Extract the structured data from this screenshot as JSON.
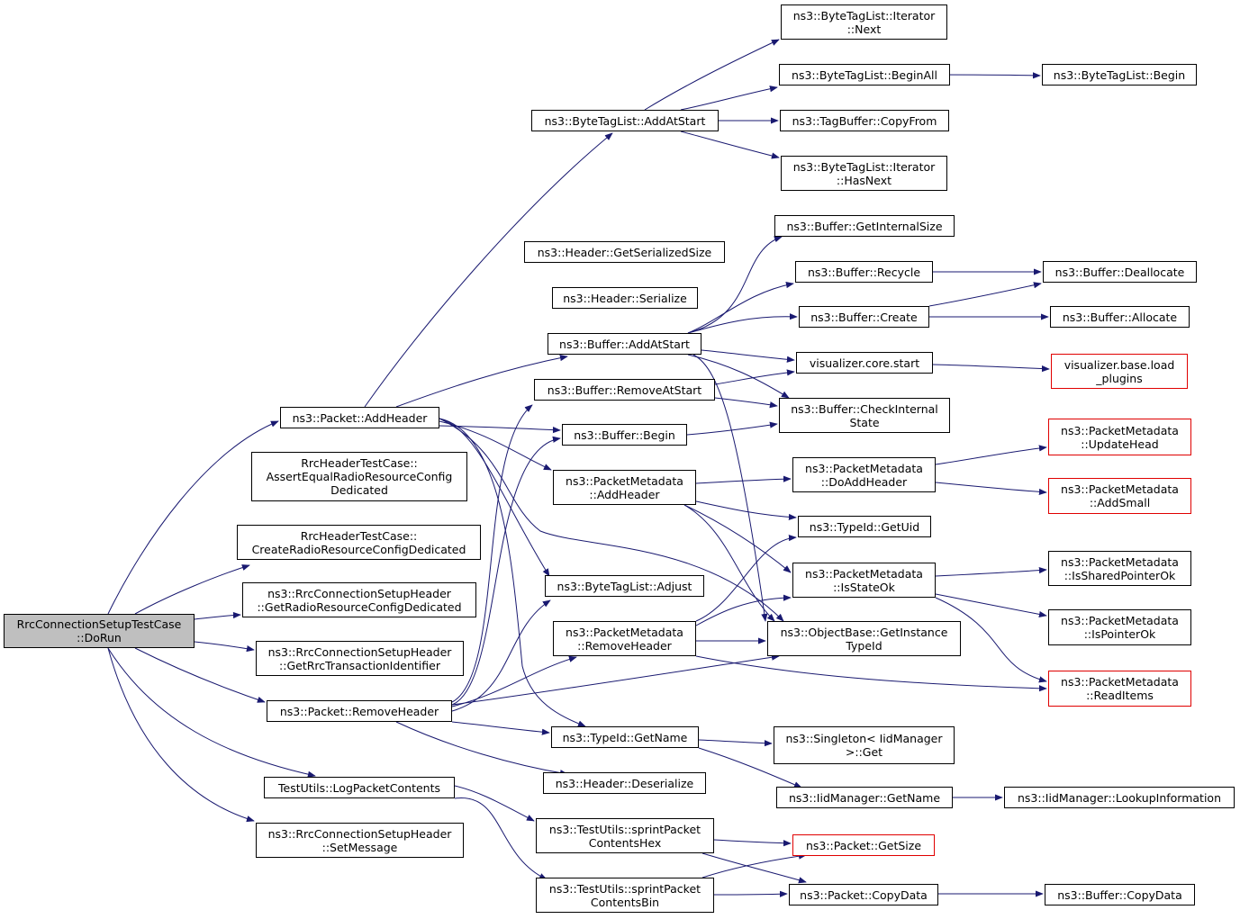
{
  "nodes": {
    "n0": {
      "label": "RrcConnectionSetupTestCase\n::DoRun"
    },
    "n1": {
      "label": "ns3::Packet::AddHeader"
    },
    "n2": {
      "label": "RrcHeaderTestCase::\nAssertEqualRadioResourceConfig\nDedicated"
    },
    "n3": {
      "label": "RrcHeaderTestCase::\nCreateRadioResourceConfigDedicated"
    },
    "n4": {
      "label": "ns3::RrcConnectionSetupHeader\n::GetRadioResourceConfigDedicated"
    },
    "n5": {
      "label": "ns3::RrcConnectionSetupHeader\n::GetRrcTransactionIdentifier"
    },
    "n6": {
      "label": "ns3::Packet::RemoveHeader"
    },
    "n7": {
      "label": "TestUtils::LogPacketContents"
    },
    "n8": {
      "label": "ns3::RrcConnectionSetupHeader\n::SetMessage"
    },
    "n9": {
      "label": "ns3::ByteTagList::AddAtStart"
    },
    "n10": {
      "label": "ns3::Header::GetSerializedSize"
    },
    "n11": {
      "label": "ns3::Header::Serialize"
    },
    "n12": {
      "label": "ns3::Buffer::AddAtStart"
    },
    "n13": {
      "label": "ns3::Buffer::RemoveAtStart"
    },
    "n14": {
      "label": "ns3::Buffer::Begin"
    },
    "n15": {
      "label": "ns3::PacketMetadata\n::AddHeader"
    },
    "n16": {
      "label": "ns3::ByteTagList::Adjust"
    },
    "n17": {
      "label": "ns3::PacketMetadata\n::RemoveHeader"
    },
    "n18": {
      "label": "ns3::TypeId::GetName"
    },
    "n19": {
      "label": "ns3::Header::Deserialize"
    },
    "n20": {
      "label": "ns3::TestUtils::sprintPacket\nContentsHex"
    },
    "n21": {
      "label": "ns3::TestUtils::sprintPacket\nContentsBin"
    },
    "n22": {
      "label": "ns3::ByteTagList::Iterator\n::Next"
    },
    "n23": {
      "label": "ns3::ByteTagList::BeginAll"
    },
    "n24": {
      "label": "ns3::TagBuffer::CopyFrom"
    },
    "n25": {
      "label": "ns3::ByteTagList::Iterator\n::HasNext"
    },
    "n26": {
      "label": "ns3::Buffer::GetInternalSize"
    },
    "n27": {
      "label": "ns3::Buffer::Recycle"
    },
    "n28": {
      "label": "ns3::Buffer::Create"
    },
    "n29": {
      "label": "visualizer.core.start"
    },
    "n30": {
      "label": "ns3::Buffer::CheckInternal\nState"
    },
    "n31": {
      "label": "ns3::PacketMetadata\n::DoAddHeader"
    },
    "n32": {
      "label": "ns3::TypeId::GetUid"
    },
    "n33": {
      "label": "ns3::PacketMetadata\n::IsStateOk"
    },
    "n34": {
      "label": "ns3::ObjectBase::GetInstance\nTypeId"
    },
    "n35": {
      "label": "ns3::Singleton< IidManager\n>::Get"
    },
    "n36": {
      "label": "ns3::IidManager::GetName"
    },
    "n37": {
      "label": "ns3::Packet::GetSize"
    },
    "n38": {
      "label": "ns3::Packet::CopyData"
    },
    "n39": {
      "label": "ns3::ByteTagList::Begin"
    },
    "n40": {
      "label": "ns3::Buffer::Deallocate"
    },
    "n41": {
      "label": "ns3::Buffer::Allocate"
    },
    "n42": {
      "label": "visualizer.base.load\n_plugins"
    },
    "n43": {
      "label": "ns3::PacketMetadata\n::UpdateHead"
    },
    "n44": {
      "label": "ns3::PacketMetadata\n::AddSmall"
    },
    "n45": {
      "label": "ns3::PacketMetadata\n::IsSharedPointerOk"
    },
    "n46": {
      "label": "ns3::PacketMetadata\n::IsPointerOk"
    },
    "n47": {
      "label": "ns3::PacketMetadata\n::ReadItems"
    },
    "n48": {
      "label": "ns3::IidManager::LookupInformation"
    },
    "n49": {
      "label": "ns3::Buffer::CopyData"
    }
  },
  "colors": {
    "edge": "#191970",
    "root_fill": "#bfbfbf",
    "truncated_border": "#e00000"
  }
}
